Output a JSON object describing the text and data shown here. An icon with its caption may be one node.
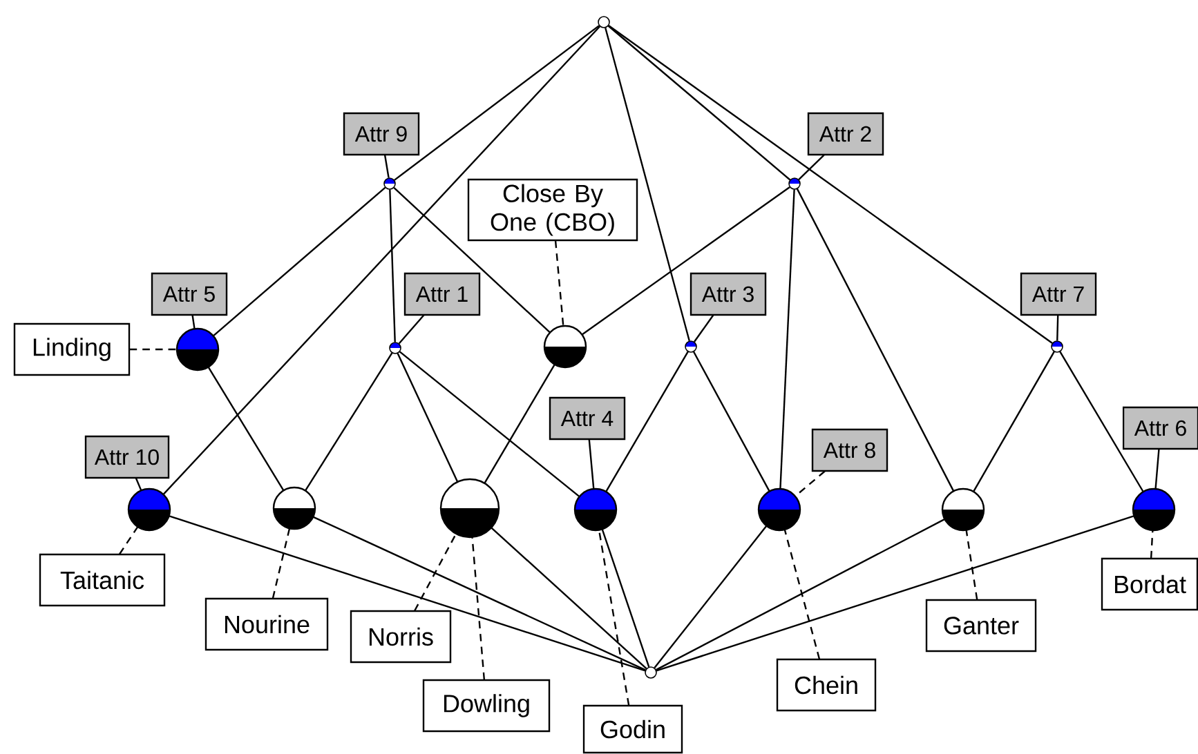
{
  "diagram": {
    "nodes": [
      {
        "text": [],
        "shape": "circle"
      },
      {
        "text": [
          "Attr 9"
        ]
      },
      {
        "text": [
          "Attr 2"
        ]
      },
      {
        "text": [],
        "shape": "circle"
      },
      {
        "text": [],
        "shape": "circle"
      },
      {
        "text": [
          "Close By One (CBO)"
        ]
      },
      {
        "text": [
          "Attr 5"
        ]
      },
      {
        "text": [
          "Attr 1"
        ]
      },
      {
        "text": [
          "Attr 3"
        ]
      },
      {
        "text": [
          "Attr 7"
        ]
      },
      {
        "text": [
          "Linding"
        ]
      },
      {
        "text": [],
        "shape": "circle"
      },
      {
        "text": [],
        "shape": "circle"
      },
      {
        "text": [],
        "shape": "circle"
      },
      {
        "text": [],
        "shape": "circle"
      },
      {
        "text": [],
        "shape": "circle"
      },
      {
        "text": [
          "Attr 10"
        ]
      },
      {
        "text": [
          "Attr 4"
        ]
      },
      {
        "text": [
          "Attr 8"
        ]
      },
      {
        "text": [
          "Attr 6"
        ]
      },
      {
        "text": [],
        "shape": "circle"
      },
      {
        "text": [],
        "shape": "circle"
      },
      {
        "text": [],
        "shape": "circle"
      },
      {
        "text": [],
        "shape": "circle"
      },
      {
        "text": [],
        "shape": "circle"
      },
      {
        "text": [],
        "shape": "circle"
      },
      {
        "text": [],
        "shape": "circle"
      },
      {
        "text": [
          "Taitanic"
        ]
      },
      {
        "text": [
          "Bordat"
        ]
      },
      {
        "text": [
          "Nourine"
        ]
      },
      {
        "text": [
          "Ganter"
        ]
      },
      {
        "text": [
          "Norris"
        ]
      },
      {
        "text": [
          "Chein"
        ]
      },
      {
        "text": [],
        "shape": "circle"
      },
      {
        "text": [
          "Dowling"
        ]
      },
      {
        "text": [
          "Godin"
        ]
      }
    ],
    "edges": [
      {
        "from": 0,
        "to": 3,
        "arrow": "none"
      },
      {
        "from": 0,
        "to": 20,
        "arrow": "none"
      },
      {
        "from": 0,
        "to": 14,
        "arrow": "none"
      },
      {
        "from": 0,
        "to": 4,
        "arrow": "none"
      },
      {
        "from": 0,
        "to": 15,
        "arrow": "none"
      },
      {
        "from": 3,
        "to": 11,
        "arrow": "none"
      },
      {
        "from": 3,
        "to": 12,
        "arrow": "none"
      },
      {
        "from": 3,
        "to": 13,
        "arrow": "none"
      },
      {
        "from": 4,
        "to": 13,
        "arrow": "none"
      },
      {
        "from": 4,
        "to": 24,
        "arrow": "none"
      },
      {
        "from": 4,
        "to": 25,
        "arrow": "none"
      },
      {
        "from": 11,
        "to": 21,
        "arrow": "none"
      },
      {
        "from": 12,
        "to": 21,
        "arrow": "none"
      },
      {
        "from": 12,
        "to": 22,
        "arrow": "none"
      },
      {
        "from": 12,
        "to": 23,
        "arrow": "none"
      },
      {
        "from": 13,
        "to": 22,
        "arrow": "none"
      },
      {
        "from": 14,
        "to": 23,
        "arrow": "none"
      },
      {
        "from": 14,
        "to": 24,
        "arrow": "none"
      },
      {
        "from": 15,
        "to": 25,
        "arrow": "none"
      },
      {
        "from": 15,
        "to": 26,
        "arrow": "none"
      },
      {
        "from": 20,
        "to": 33,
        "arrow": "none"
      },
      {
        "from": 21,
        "to": 33,
        "arrow": "none"
      },
      {
        "from": 22,
        "to": 33,
        "arrow": "none"
      },
      {
        "from": 23,
        "to": 33,
        "arrow": "none"
      },
      {
        "from": 24,
        "to": 33,
        "arrow": "none"
      },
      {
        "from": 25,
        "to": 33,
        "arrow": "none"
      },
      {
        "from": 26,
        "to": 33,
        "arrow": "none"
      },
      {
        "from": 1,
        "to": 3,
        "arrow": "none"
      },
      {
        "from": 2,
        "to": 4,
        "arrow": "none"
      },
      {
        "from": 6,
        "to": 11,
        "arrow": "none"
      },
      {
        "from": 7,
        "to": 12,
        "arrow": "none"
      },
      {
        "from": 8,
        "to": 14,
        "arrow": "none"
      },
      {
        "from": 9,
        "to": 15,
        "arrow": "none"
      },
      {
        "from": 16,
        "to": 20,
        "arrow": "none"
      },
      {
        "from": 17,
        "to": 23,
        "arrow": "none"
      },
      {
        "from": 18,
        "to": 24,
        "arrow": "none",
        "style": "dashed"
      },
      {
        "from": 19,
        "to": 26,
        "arrow": "none"
      },
      {
        "from": 10,
        "to": 11,
        "arrow": "none",
        "style": "dashed"
      },
      {
        "from": 5,
        "to": 13,
        "arrow": "none",
        "style": "dashed"
      },
      {
        "from": 27,
        "to": 20,
        "arrow": "none",
        "style": "dashed"
      },
      {
        "from": 29,
        "to": 21,
        "arrow": "none",
        "style": "dashed"
      },
      {
        "from": 31,
        "to": 22,
        "arrow": "none",
        "style": "dashed"
      },
      {
        "from": 34,
        "to": 22,
        "arrow": "none",
        "style": "dashed"
      },
      {
        "from": 35,
        "to": 23,
        "arrow": "none",
        "style": "dashed"
      },
      {
        "from": 32,
        "to": 24,
        "arrow": "none",
        "style": "dashed"
      },
      {
        "from": 30,
        "to": 25,
        "arrow": "none",
        "style": "dashed"
      },
      {
        "from": 28,
        "to": 26,
        "arrow": "none",
        "style": "dashed"
      }
    ]
  }
}
